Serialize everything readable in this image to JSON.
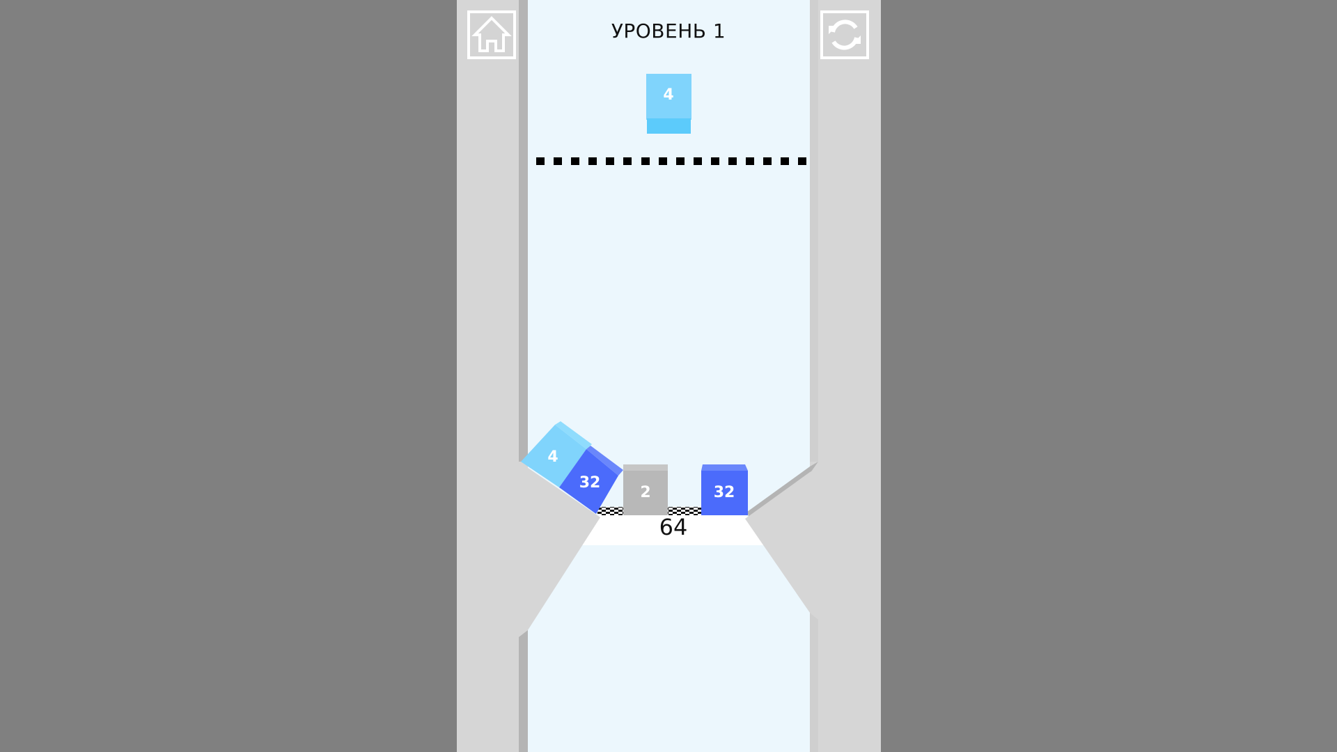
{
  "header": {
    "level_title": "УРОВЕНЬ 1",
    "home_button": {
      "icon": "home-icon"
    },
    "restart_button": {
      "icon": "restart-icon"
    }
  },
  "next_cube": {
    "value": "4",
    "color": "#80d4fc",
    "bottom_color": "#5ccbfb"
  },
  "drop_line": {
    "style": "dashed",
    "color": "#000000"
  },
  "cubes": [
    {
      "value": "4",
      "color": "#80d4fc",
      "state": "tilted"
    },
    {
      "value": "32",
      "color": "#4b6bfb",
      "state": "tilted"
    },
    {
      "value": "2",
      "color": "#b8b8b8",
      "state": "resting"
    },
    {
      "value": "32",
      "color": "#4b6bfb",
      "state": "resting"
    }
  ],
  "floor": {
    "target_value": "64"
  },
  "colors": {
    "background": "#808080",
    "panel": "#d6d6d6",
    "wall_shadow": "#b4b4b4",
    "field": "#ecf7fd",
    "floor": "#ffffff"
  }
}
